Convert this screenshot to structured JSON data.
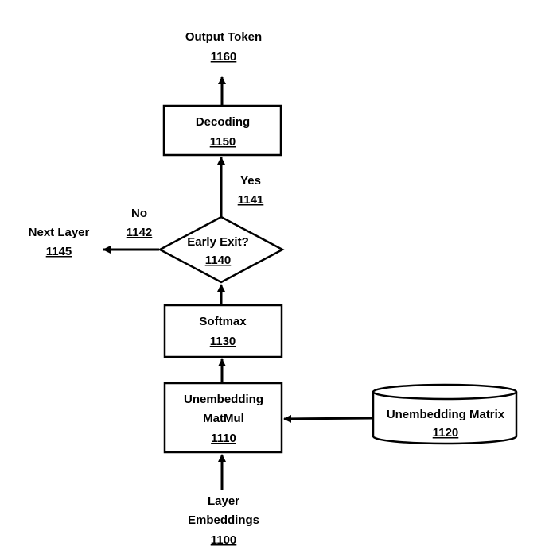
{
  "nodes": {
    "layer_embeddings": {
      "line1": "Layer",
      "line2": "Embeddings",
      "id": "1100"
    },
    "unembedding_matmul": {
      "line1": "Unembedding",
      "line2": "MatMul",
      "id": "1110"
    },
    "unembedding_matrix": {
      "label": "Unembedding Matrix",
      "id": "1120"
    },
    "softmax": {
      "label": "Softmax",
      "id": "1130"
    },
    "early_exit": {
      "label": "Early Exit?",
      "id": "1140"
    },
    "decoding": {
      "label": "Decoding",
      "id": "1150"
    },
    "output_token": {
      "label": "Output Token",
      "id": "1160"
    },
    "next_layer": {
      "label": "Next Layer",
      "id": "1145"
    }
  },
  "edges": {
    "yes": {
      "label": "Yes",
      "id": "1141"
    },
    "no": {
      "label": "No",
      "id": "1142"
    }
  }
}
